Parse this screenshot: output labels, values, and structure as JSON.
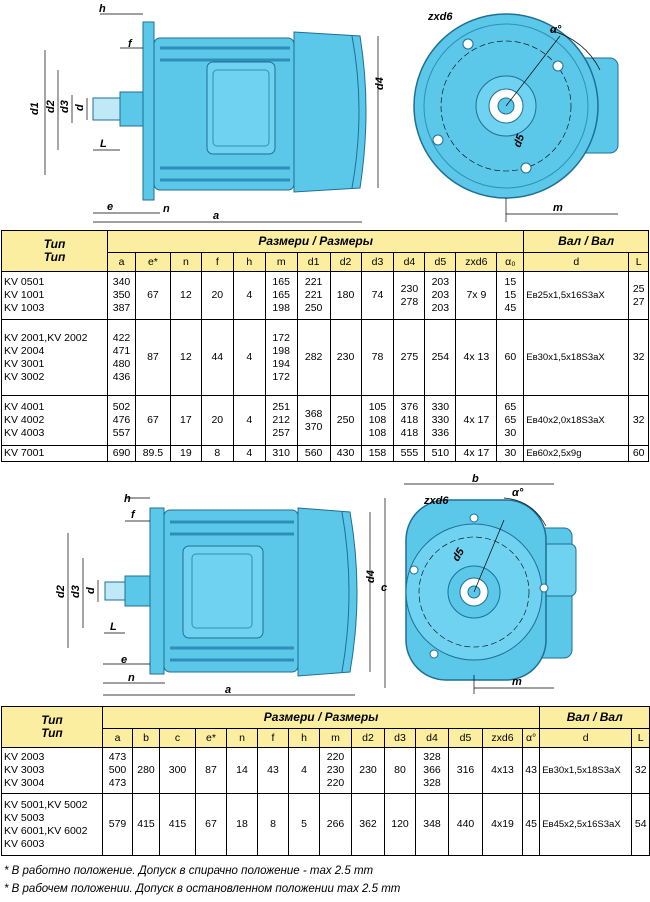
{
  "drawing1": {
    "labels": {
      "h": "h",
      "f": "f",
      "d1": "d1",
      "d2": "d2",
      "d3": "d3",
      "d": "d",
      "L": "L",
      "e": "e",
      "n": "n",
      "a": "a",
      "d4": "d4",
      "zxd6": "zxd6",
      "alpha": "α°",
      "d5": "d5",
      "m": "m"
    }
  },
  "table1": {
    "title_type": "Тип\nТип",
    "title_dims": "Размери / Размеры",
    "title_shaft": "Вал / Вал",
    "columns": [
      "a",
      "e*",
      "n",
      "f",
      "h",
      "m",
      "d1",
      "d2",
      "d3",
      "d4",
      "d5",
      "zxd6",
      "α₀",
      "d",
      "L"
    ],
    "rows": [
      {
        "type": "KV 0501\nKV 1001\nKV 1003",
        "a": "340\n350\n387",
        "e": "67",
        "n": "12",
        "f": "20",
        "h": "4",
        "m": "165\n165\n198",
        "d1": "221\n221\n250",
        "d2": "180",
        "d3": "74",
        "d4": "230\n278",
        "d5": "203\n203\n203",
        "zxd6": "7x 9",
        "alpha": "15\n15\n45",
        "d": "Eв25x1,5x16S3aX",
        "L": "25\n27"
      },
      {
        "type": "KV 2001,KV 2002\nKV 2004\nKV 3001\nKV 3002",
        "a": "422\n471\n480\n436",
        "e": "87",
        "n": "12",
        "f": "44",
        "h": "4",
        "m": "172\n198\n194\n172",
        "d1": "282",
        "d2": "230",
        "d3": "78",
        "d4": "275",
        "d5": "254",
        "zxd6": "4x 13",
        "alpha": "60",
        "d": "Eв30x1,5x18S3aX",
        "L": "32"
      },
      {
        "type": "KV 4001\nKV 4002\nKV 4003",
        "a": "502\n476\n557",
        "e": "67",
        "n": "17",
        "f": "20",
        "h": "4",
        "m": "251\n212\n257",
        "d1": "368\n370",
        "d2": "250",
        "d3": "105\n108\n108",
        "d4": "376\n418\n418",
        "d5": "330\n330\n336",
        "zxd6": "4x 17",
        "alpha": "65\n65\n30",
        "d": "Eв40x2,0x18S3aX",
        "L": "32"
      },
      {
        "type": "KV 7001",
        "a": "690",
        "e": "89.5",
        "n": "19",
        "f": "8",
        "h": "4",
        "m": "310",
        "d1": "560",
        "d2": "430",
        "d3": "158",
        "d4": "555",
        "d5": "510",
        "zxd6": "4x 17",
        "alpha": "30",
        "d": "Eв60x2,5x9g",
        "L": "60"
      }
    ]
  },
  "drawing2": {
    "labels": {
      "h": "h",
      "f": "f",
      "d2": "d2",
      "d3": "d3",
      "d": "d",
      "L": "L",
      "e": "e",
      "n": "n",
      "a": "a",
      "d4": "d4",
      "c": "c",
      "b": "b",
      "zxd6": "zxd6",
      "alpha": "α°",
      "d5": "d5",
      "m": "m"
    }
  },
  "table2": {
    "title_type": "Тип\nТип",
    "title_dims": "Размери / Размеры",
    "title_shaft": "Вал / Вал",
    "columns": [
      "a",
      "b",
      "c",
      "e*",
      "n",
      "f",
      "h",
      "m",
      "d2",
      "d3",
      "d4",
      "d5",
      "zxd6",
      "α°",
      "d",
      "L"
    ],
    "rows": [
      {
        "type": "KV 2003\nKV 3003\nKV 3004",
        "a": "473\n500\n473",
        "b": "280",
        "c": "300",
        "e": "87",
        "n": "14",
        "f": "43",
        "h": "4",
        "m": "220\n230\n220",
        "d2": "230",
        "d3": "80",
        "d4": "328\n366\n328",
        "d5": "316",
        "zxd6": "4x13",
        "alpha": "43",
        "d": "Eв30x1,5x18S3aX",
        "L": "32"
      },
      {
        "type": "KV 5001,KV 5002\nKV 5003\nKV 6001,KV 6002\nKV 6003",
        "a": "579",
        "b": "415",
        "c": "415",
        "e": "67",
        "n": "18",
        "f": "8",
        "h": "5",
        "m": "266",
        "d2": "362",
        "d3": "120",
        "d4": "348",
        "d5": "440",
        "zxd6": "4x19",
        "alpha": "45",
        "d": "Eв45x2,5x16S3aX",
        "L": "54"
      }
    ]
  },
  "notes": {
    "line1": "* В работно положение. Допуск в спирачно положение - max 2.5 mm",
    "line2": "* В рабочем положении. Допуск в остановленном положении  max 2.5 mm"
  },
  "colors": {
    "motor": "#5bc8ea",
    "motor_dark": "#2f8fb8",
    "header": "#fbeea0"
  }
}
